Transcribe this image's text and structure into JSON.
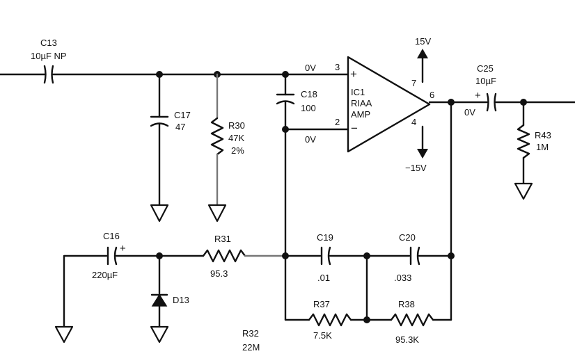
{
  "diagram": {
    "c13": {
      "ref": "C13",
      "value": "10µF NP"
    },
    "c17": {
      "ref": "C17",
      "value": "47"
    },
    "r30": {
      "ref": "R30",
      "value": "47K",
      "tolerance": "2%"
    },
    "c18": {
      "ref": "C18",
      "value": "100"
    },
    "ic1": {
      "ref": "IC1",
      "name_line1": "RIAA",
      "name_line2": "AMP",
      "plus": "+",
      "minus": "−",
      "pin3": "3",
      "pin2": "2",
      "pin7": "7",
      "pin4": "4",
      "pin6": "6"
    },
    "supply_pos": "15V",
    "supply_neg": "−15V",
    "ov_pin3": "0V",
    "ov_pin2": "0V",
    "ov_out": "0V",
    "c25": {
      "ref": "C25",
      "value": "10µF",
      "polarity": "+"
    },
    "r43": {
      "ref": "R43",
      "value": "1M"
    },
    "c16": {
      "ref": "C16",
      "value": "220µF",
      "polarity": "+"
    },
    "d13": {
      "ref": "D13"
    },
    "r31": {
      "ref": "R31",
      "value": "95.3"
    },
    "c19": {
      "ref": "C19",
      "value": ".01"
    },
    "c20": {
      "ref": "C20",
      "value": ".033"
    },
    "r37": {
      "ref": "R37",
      "value": "7.5K"
    },
    "r38": {
      "ref": "R38",
      "value": "95.3K"
    },
    "r32": {
      "ref": "R32",
      "value": "22M"
    }
  }
}
